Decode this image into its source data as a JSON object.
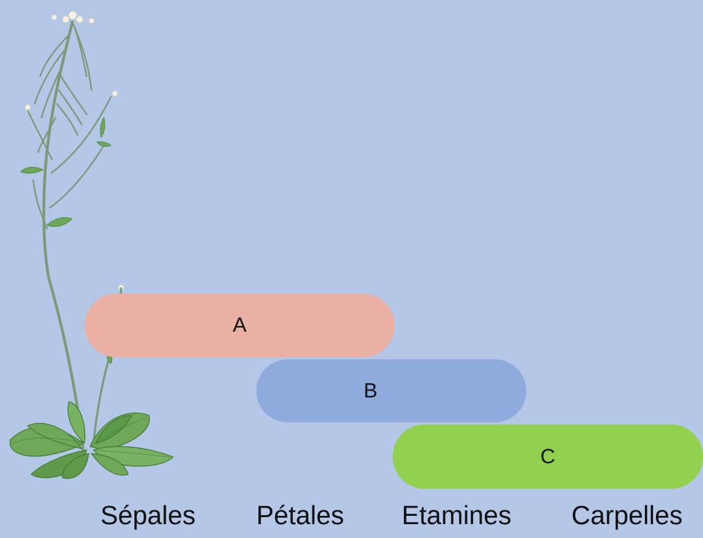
{
  "diagram": {
    "bars": [
      {
        "label": "A",
        "color": "#e9b0a3"
      },
      {
        "label": "B",
        "color": "#8faadc"
      },
      {
        "label": "C",
        "color": "#92d050"
      }
    ],
    "organs": [
      "Sépales",
      "Pétales",
      "Etamines",
      "Carpelles"
    ]
  },
  "illustration": {
    "icon": "arabidopsis-plant-icon",
    "colors": {
      "leaf": "#6fa858",
      "leaf_dark": "#4e8a3e",
      "stem": "#7a9a7a",
      "flower": "#f2f2ea",
      "background": "#b4c7e7"
    }
  }
}
